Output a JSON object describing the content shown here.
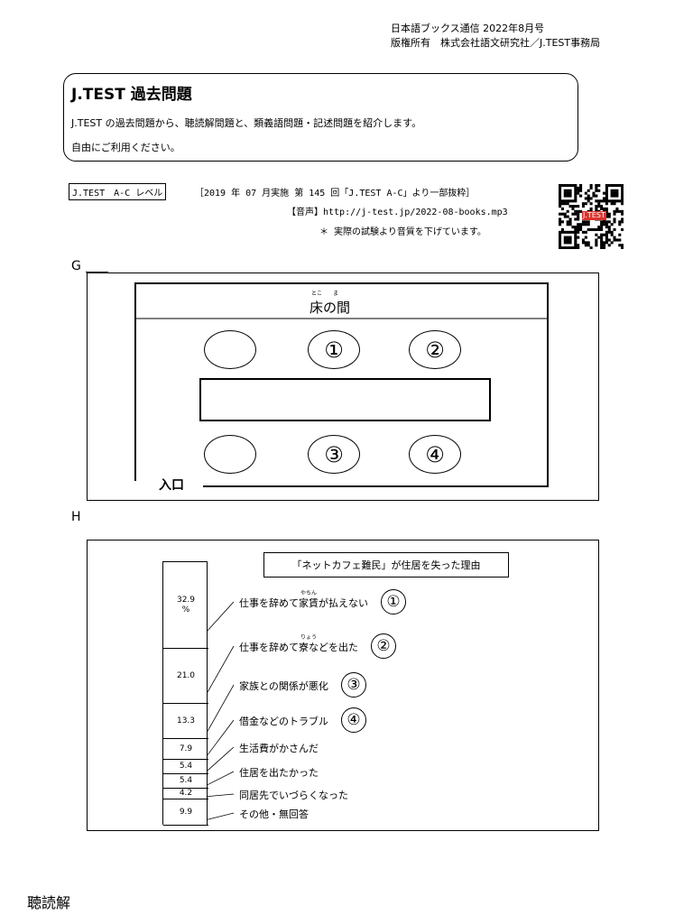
{
  "header": {
    "line1": "日本語ブックス通信 2022年8月号",
    "line2": "版権所有　株式会社語文研究社／J.TEST事務局"
  },
  "intro": {
    "title": "J.TEST 過去問題",
    "desc1": "J.TEST の過去問題から、聴読解問題と、類義語問題・記述問題を紹介します。",
    "desc2": "自由にご利用ください。"
  },
  "source": {
    "level": "J.TEST　A-C レベル",
    "info": "［2019 年 07 月実施 第 145 回「J.TEST A-C」より一部抜粋］",
    "audio": "【音声】http://j-test.jp/2022-08-books.mp3",
    "note": "＊ 実際の試験より音質を下げています。",
    "qr_label": "J.TEST"
  },
  "section_g": {
    "label": "G",
    "room_title": "床の間",
    "room_ruby": "とこ　　ま",
    "seats": [
      "",
      "①",
      "②",
      "",
      "③",
      "④"
    ],
    "entrance": "入口"
  },
  "section_h": {
    "label": "H",
    "chart_title": "「ネットカフェ難民」が住居を失った理由"
  },
  "chart_data": {
    "type": "bar",
    "title": "「ネットカフェ難民」が住居を失った理由",
    "unit": "%",
    "categories": [
      "仕事を辞めて家賃が払えない",
      "仕事を辞めて寮などを出た",
      "家族との関係が悪化",
      "借金などのトラブル",
      "生活費がかさんだ",
      "住居を出たかった",
      "同居先でいづらくなった",
      "その他・無回答"
    ],
    "values": [
      32.9,
      21.0,
      13.3,
      7.9,
      5.4,
      5.4,
      4.2,
      9.9
    ],
    "value_labels": [
      "32.9\n%",
      "21.0",
      "13.3",
      "7.9",
      "5.4",
      "5.4",
      "4.2",
      "9.9"
    ],
    "markers": [
      "①",
      "②",
      "③",
      "④",
      "",
      "",
      "",
      ""
    ],
    "rubies": [
      "やちん",
      "りょう",
      "",
      "",
      "",
      "",
      "",
      ""
    ]
  },
  "footer": {
    "label": "聴読解"
  }
}
